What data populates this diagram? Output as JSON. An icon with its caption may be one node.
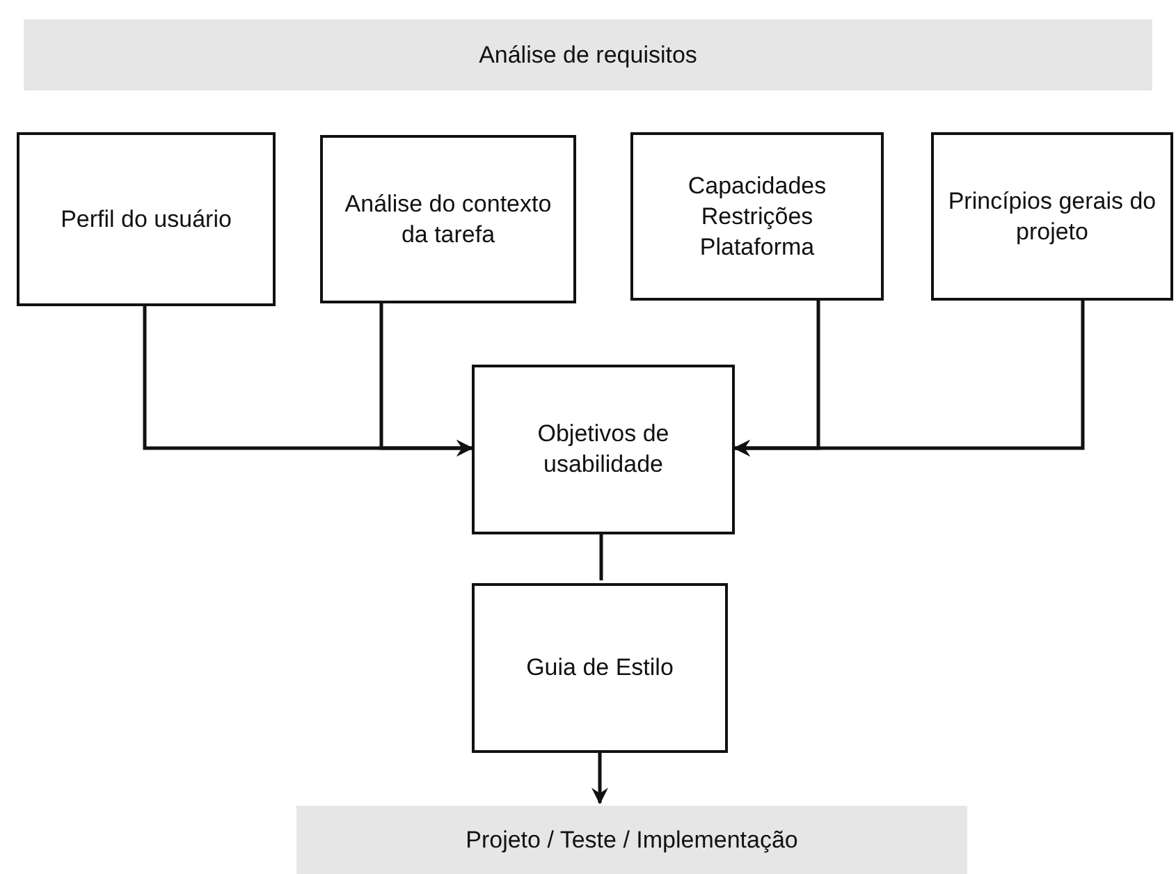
{
  "diagram": {
    "nodes": [
      {
        "text": [
          "Análise de requisitos"
        ]
      },
      {
        "text": [
          "Perfil do usuário"
        ]
      },
      {
        "text": [
          "Análise do contexto da tarefa"
        ]
      },
      {
        "text": [
          "Capacidades Restrições Plataforma"
        ]
      },
      {
        "text": [
          "Princípios gerais do projeto"
        ]
      },
      {
        "text": [
          "Objetivos de usabilidade"
        ]
      },
      {
        "text": [
          "Guia de Estilo"
        ]
      },
      {
        "text": [
          "Projeto / Teste / Implementação"
        ]
      }
    ],
    "edges": [
      {
        "from": 1,
        "to": 5,
        "arrow": "to"
      },
      {
        "from": 2,
        "to": 5,
        "arrow": "to"
      },
      {
        "from": 3,
        "to": 5,
        "arrow": "to"
      },
      {
        "from": 4,
        "to": 5,
        "arrow": "to"
      },
      {
        "from": 5,
        "to": 6,
        "arrow": "none"
      },
      {
        "from": 6,
        "to": 7,
        "arrow": "to"
      }
    ]
  }
}
